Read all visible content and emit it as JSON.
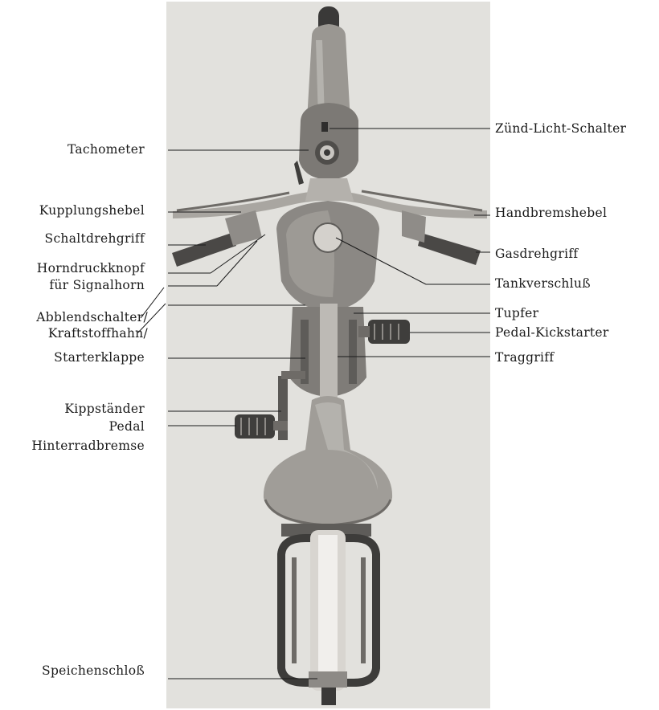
{
  "labels": {
    "left": {
      "tachometer": "Tachometer",
      "kupplungshebel": "Kupplungshebel",
      "schaltdrehgriff": "Schaltdrehgriff",
      "horndruckknopf": "Horndruckknopf",
      "fuer_signalhorn": "für Signalhorn",
      "abblendschalter": "Abblendschalter/",
      "kraftstoffhahn": "Kraftstoffhahn/",
      "starterklappe": "Starterklappe",
      "kippstaender": "Kippständer",
      "pedal": "Pedal",
      "hinterradbremse": "Hinterradbremse",
      "speichenschloss": "Speichenschloß"
    },
    "right": {
      "zuend_licht_schalter": "Zünd-Licht-Schalter",
      "handbremshebel": "Handbremshebel",
      "gasdrehgriff": "Gasdrehgriff",
      "tankverschluss": "Tankverschluß",
      "tupfer": "Tupfer",
      "pedal_kickstarter": "Pedal-Kickstarter",
      "traggriff": "Traggriff"
    }
  },
  "colors": {
    "paper": "#e6e4e1",
    "ink": "#1a1a1a",
    "body_dark": "#5e5c59",
    "body_mid": "#8d8a86",
    "body_light": "#c7c4bf"
  }
}
